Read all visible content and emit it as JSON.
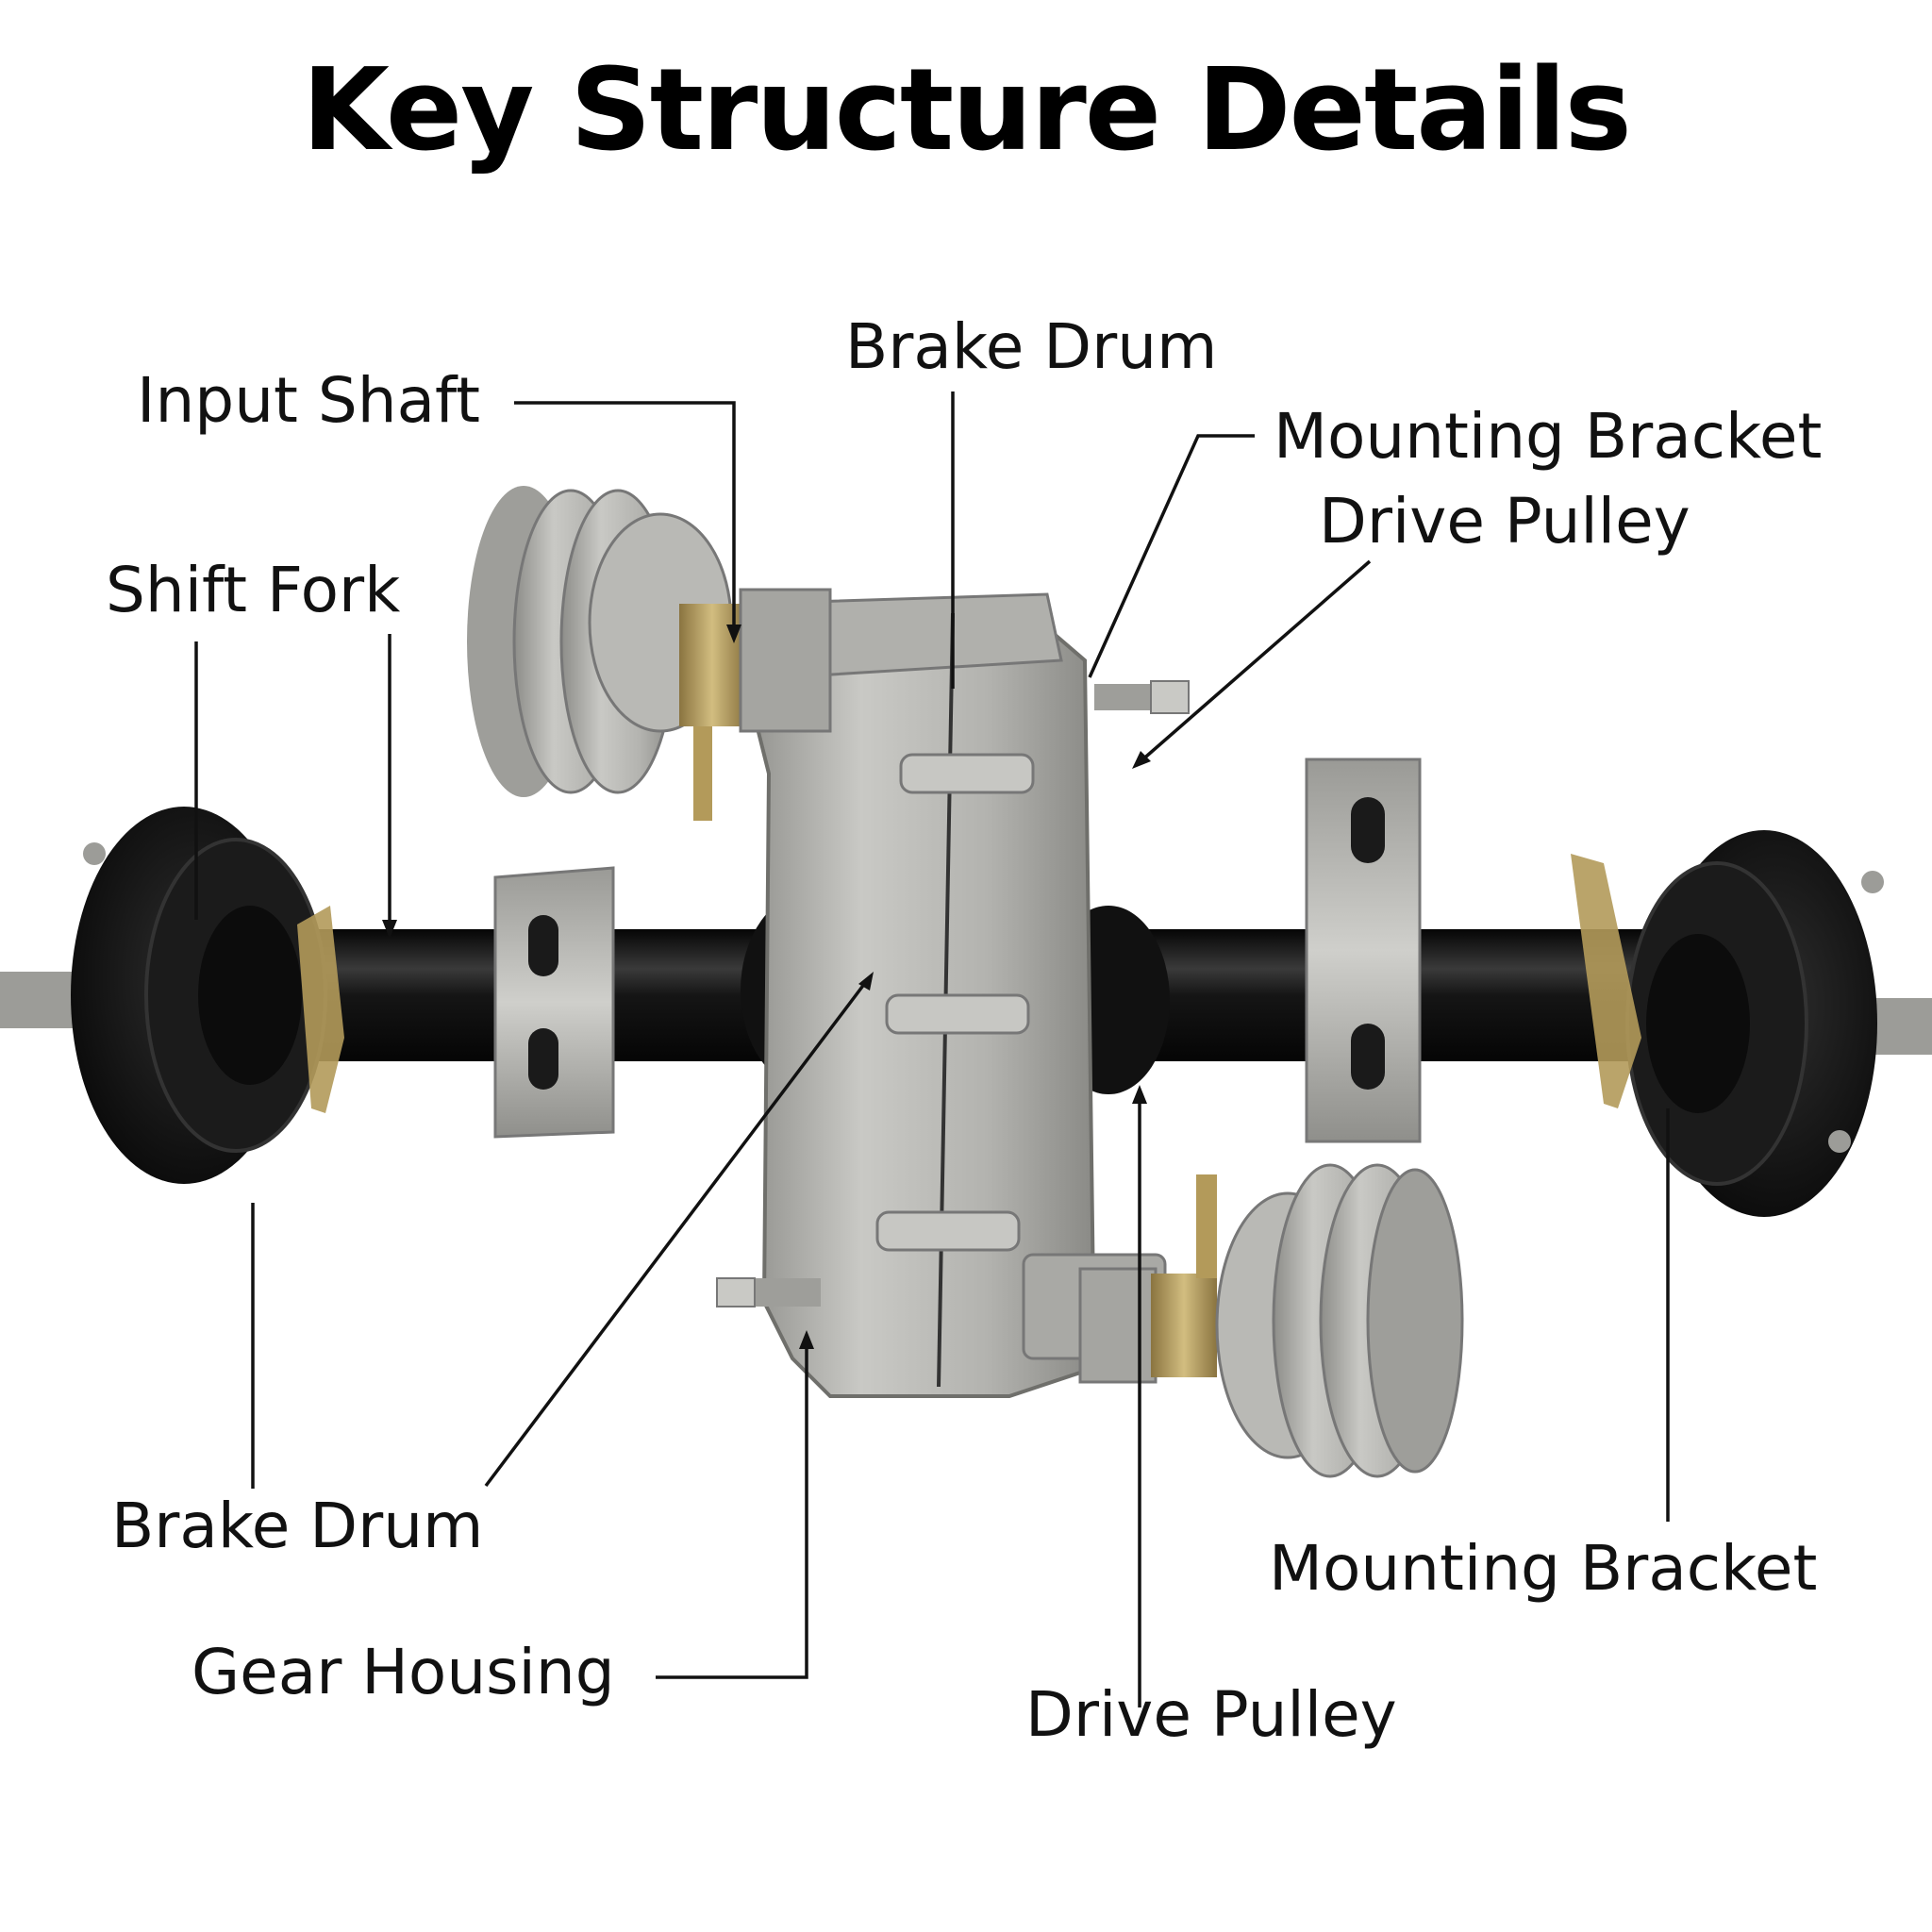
{
  "title": "Key Structure Details",
  "labels": {
    "input_shaft": "Input Shaft",
    "shift_fork": "Shift Fork",
    "brake_drum_top": "Brake Drum",
    "mounting_bracket_top": "Mounting Bracket",
    "drive_pulley_top": "Drive Pulley",
    "brake_drum_bottom": "Brake Drum",
    "gear_housing": "Gear Housing",
    "mounting_bracket_bottom": "Mounting Bracket",
    "drive_pulley_bottom": "Drive Pulley"
  },
  "colors": {
    "background": "#ffffff",
    "text": "#111111",
    "axle_black": "#141414",
    "aluminum": "#b8b8b4",
    "steel_bracket": "#a9a9a6",
    "bronze": "#b39a5a"
  }
}
